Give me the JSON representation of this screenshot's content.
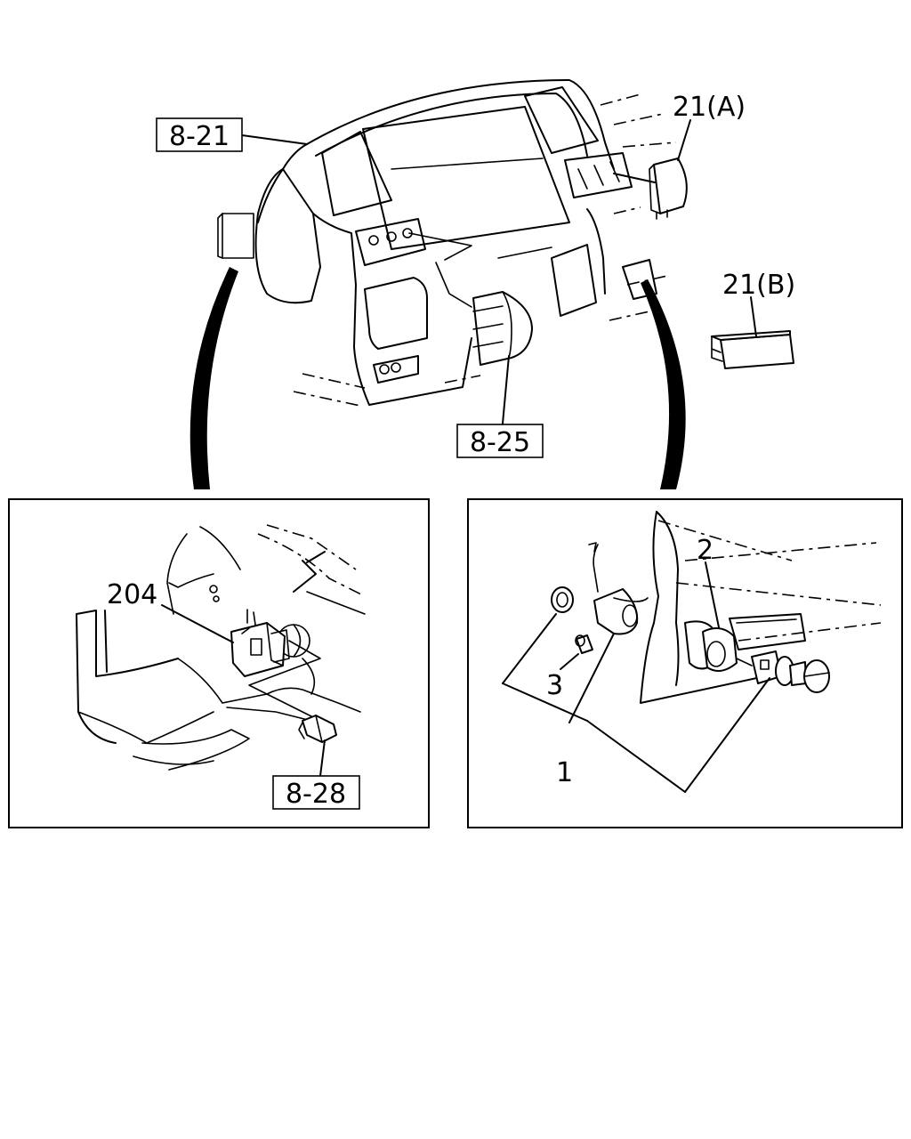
{
  "callouts": {
    "ref_8_21": "8-21",
    "ref_21a": "21(A)",
    "ref_21b": "21(B)",
    "ref_8_25": "8-25",
    "ref_8_28": "8-28",
    "part_204": "204",
    "part_1": "1",
    "part_2": "2",
    "part_3": "3"
  }
}
